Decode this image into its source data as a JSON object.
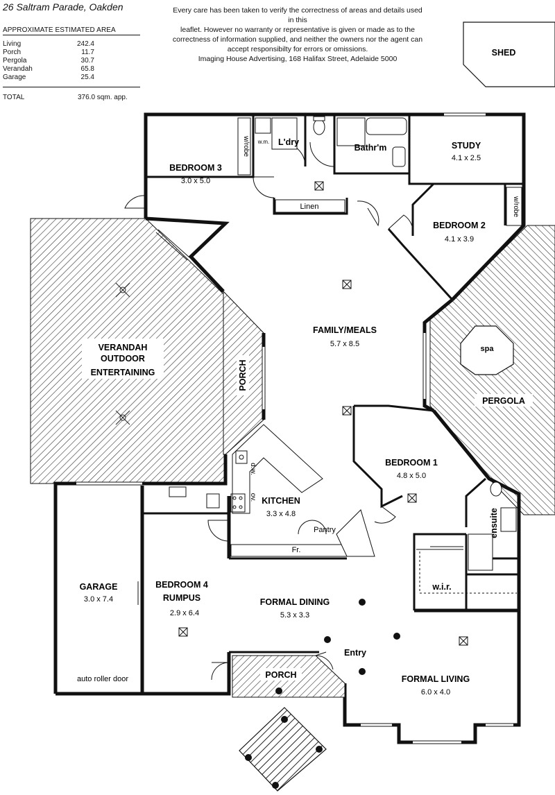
{
  "header": {
    "address": "26 Saltram Parade, Oakden",
    "area_title": "APPROXIMATE ESTIMATED AREA",
    "areas": [
      {
        "label": "Living",
        "value": "242.4"
      },
      {
        "label": "Porch",
        "value": "11.7"
      },
      {
        "label": "Pergola",
        "value": "30.7"
      },
      {
        "label": "Verandah",
        "value": "65.8"
      },
      {
        "label": "Garage",
        "value": "25.4"
      }
    ],
    "total_label": "TOTAL",
    "total_value": "376.0 sqm. app.",
    "disclaimer": [
      "Every care has been taken to verify the correctness of areas and details used in this",
      "leaflet.  However no warranty or representative is given or made as to the",
      "correctness of information supplied, and neither the owners nor the agent can",
      "accept responsibilty for errors or omissions.",
      "Imaging House Advertising, 168 Halifax Street, Adelaide 5000"
    ]
  },
  "rooms": {
    "shed": "SHED",
    "bedroom3": {
      "name": "BEDROOM 3",
      "dim": "3.0 x 5.0"
    },
    "laundry": "L'dry",
    "bathroom": "Bathr'm",
    "study": {
      "name": "STUDY",
      "dim": "4.1 x 2.5"
    },
    "bedroom2": {
      "name": "BEDROOM 2",
      "dim": "4.1 x 3.9"
    },
    "family": {
      "name": "FAMILY/MEALS",
      "dim": "5.7 x 8.5"
    },
    "verandah": [
      "VERANDAH",
      "OUTDOOR",
      "ENTERTAINING"
    ],
    "porch_side": "PORCH",
    "spa": "spa",
    "pergola": "PERGOLA",
    "bedroom1": {
      "name": "BEDROOM 1",
      "dim": "4.8 x 5.0"
    },
    "kitchen": {
      "name": "KITCHEN",
      "dim": "3.3 x 4.8"
    },
    "pantry": "Pantry",
    "fridge": "Fr.",
    "ensuite": "ensuite",
    "wir": "w.i.r.",
    "garage": {
      "name": "GARAGE",
      "dim": "3.0 x 7.4"
    },
    "bedroom4": {
      "name1": "BEDROOM 4",
      "name2": "RUMPUS",
      "dim": "2.9 x 6.4"
    },
    "dining": {
      "name": "FORMAL DINING",
      "dim": "5.3 x 3.3"
    },
    "entry": "Entry",
    "living": {
      "name": "FORMAL LIVING",
      "dim": "6.0 x 4.0"
    },
    "porch_front": "PORCH",
    "roller_door": "auto roller door",
    "linen": "Linen",
    "wrobe1": "w/robe",
    "wrobe2": "w/robe",
    "wm": "w.m.",
    "dw": "d.w.",
    "ov": "ov."
  }
}
